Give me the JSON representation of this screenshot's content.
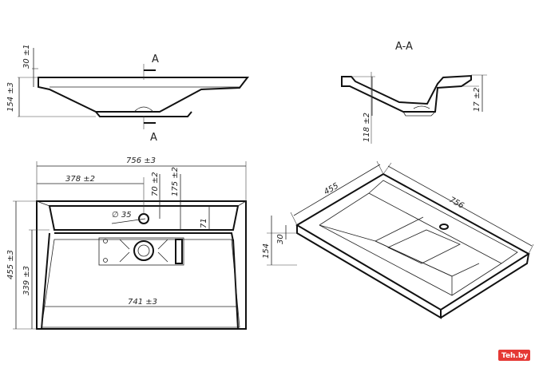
{
  "section_marks": {
    "top": "A",
    "bottom": "A",
    "section_title": "A-A"
  },
  "dims": {
    "rim_thickness": "30 ±1",
    "side_height": "154 ±3",
    "section_height": "118 ±2",
    "section_rim": "17 ±2",
    "overall_width": "756 ±3",
    "tap_offset_x": "378 ±2",
    "tap_offset_70": "70 ±2",
    "tap_offset_175": "175 ±2",
    "tap_diameter": "∅ 35",
    "shelf_depth": "71",
    "overall_depth": "455 ±3",
    "bowl_depth": "339 ±3",
    "bowl_width": "741 ±3",
    "iso_depth": "455",
    "iso_width": "756",
    "iso_height": "154",
    "iso_rim": "30"
  },
  "watermark": "Teh.by",
  "colors": {
    "line": "#111111",
    "watermark": "#e53935"
  }
}
